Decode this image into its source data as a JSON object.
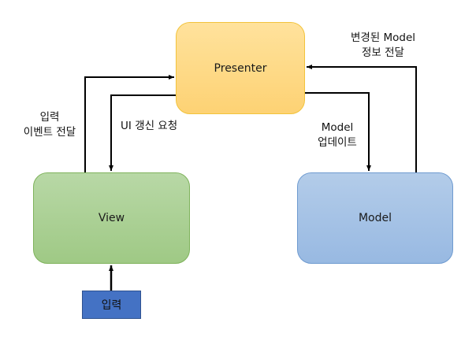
{
  "diagram": {
    "nodes": {
      "presenter": "Presenter",
      "view": "View",
      "model": "Model",
      "input": "입력"
    },
    "edges": [
      {
        "from": "view",
        "to": "presenter",
        "label_line1": "입력",
        "label_line2": "이벤트 전달"
      },
      {
        "from": "presenter",
        "to": "view",
        "label": "UI 갱신 요청"
      },
      {
        "from": "presenter",
        "to": "model",
        "label_line1": "Model",
        "label_line2": "업데이트"
      },
      {
        "from": "model",
        "to": "presenter",
        "label_line1": "변경된 Model",
        "label_line2": "정보 전달"
      },
      {
        "from": "input",
        "to": "view",
        "label": ""
      }
    ]
  }
}
